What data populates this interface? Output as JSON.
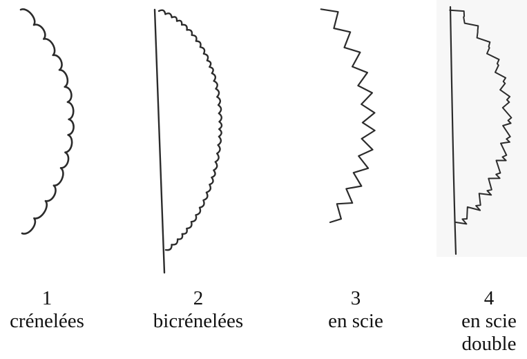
{
  "figure": {
    "items": [
      {
        "number": "1",
        "label": "crénelées"
      },
      {
        "number": "2",
        "label": "bicrénelées"
      },
      {
        "number": "3",
        "label": "en scie"
      },
      {
        "number": "4",
        "label": "en scie",
        "label2": "double"
      }
    ]
  }
}
